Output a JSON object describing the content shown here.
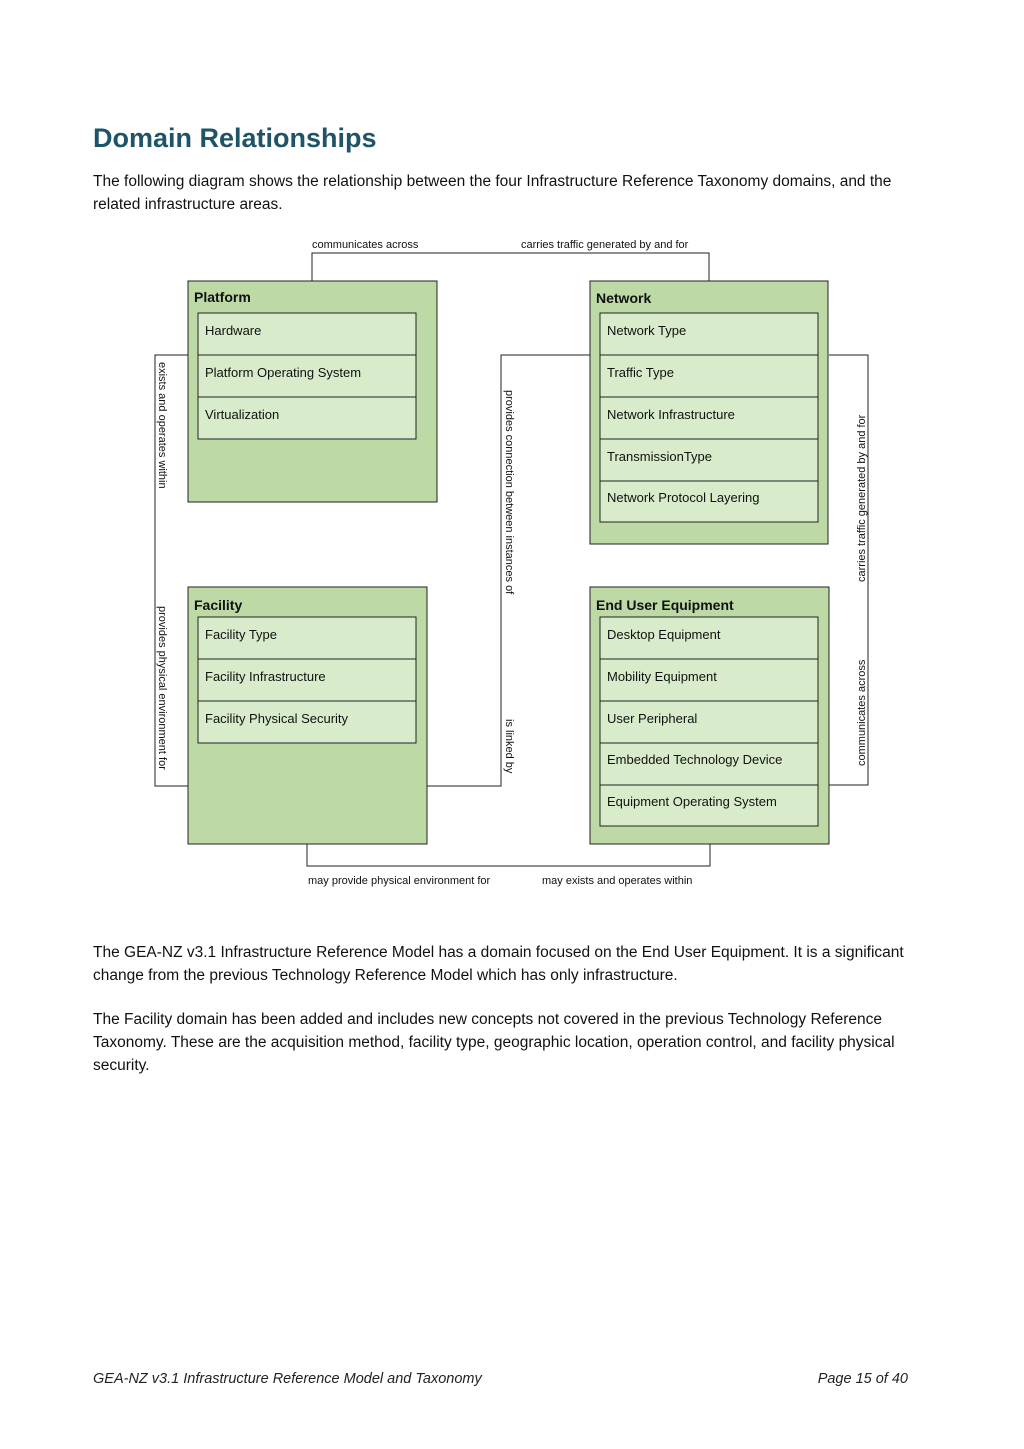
{
  "heading": "Domain Relationships",
  "intro": "The following diagram shows the relationship between the four Infrastructure Reference Taxonomy domains, and the related infrastructure areas.",
  "diagram": {
    "domains": [
      {
        "name": "Platform",
        "items": [
          "Hardware",
          "Platform Operating System",
          "Virtualization"
        ]
      },
      {
        "name": "Network",
        "items": [
          "Network Type",
          "Traffic Type",
          "Network Infrastructure",
          "TransmissionType",
          "Network Protocol Layering"
        ]
      },
      {
        "name": "Facility",
        "items": [
          "Facility Type",
          "Facility Infrastructure",
          "Facility Physical Security"
        ]
      },
      {
        "name": "End User Equipment",
        "items": [
          "Desktop Equipment",
          "Mobility Equipment",
          "User Peripheral",
          "Embedded Technology Device",
          "Equipment Operating System"
        ]
      }
    ],
    "relations": {
      "top_left": "communicates across",
      "top_right": "carries traffic generated by and for",
      "left_upper": "exists and operates within",
      "left_lower": "provides physical environment for",
      "center_upper": "provides connection between instances of",
      "center_lower": "is linked by",
      "right_upper": "carries traffic generated by and for",
      "right_lower": "communicates across",
      "bottom_left": "may provide physical environment for",
      "bottom_right": "may exists and operates within"
    },
    "colors": {
      "domain_fill": "#bdd9a5",
      "item_fill": "#d8eccb",
      "stroke": "#222222"
    }
  },
  "paragraphs": [
    "The GEA-NZ v3.1 Infrastructure Reference Model has a domain focused on the End User Equipment. It is a significant change from the previous Technology Reference Model which has only infrastructure.",
    "The Facility domain has been added and includes new concepts not covered in the previous Technology Reference Taxonomy.  These are the acquisition method, facility type, geographic location, operation control, and facility physical security."
  ],
  "footer": {
    "left": "GEA-NZ v3.1 Infrastructure Reference Model and Taxonomy",
    "right": "Page 15 of 40"
  }
}
